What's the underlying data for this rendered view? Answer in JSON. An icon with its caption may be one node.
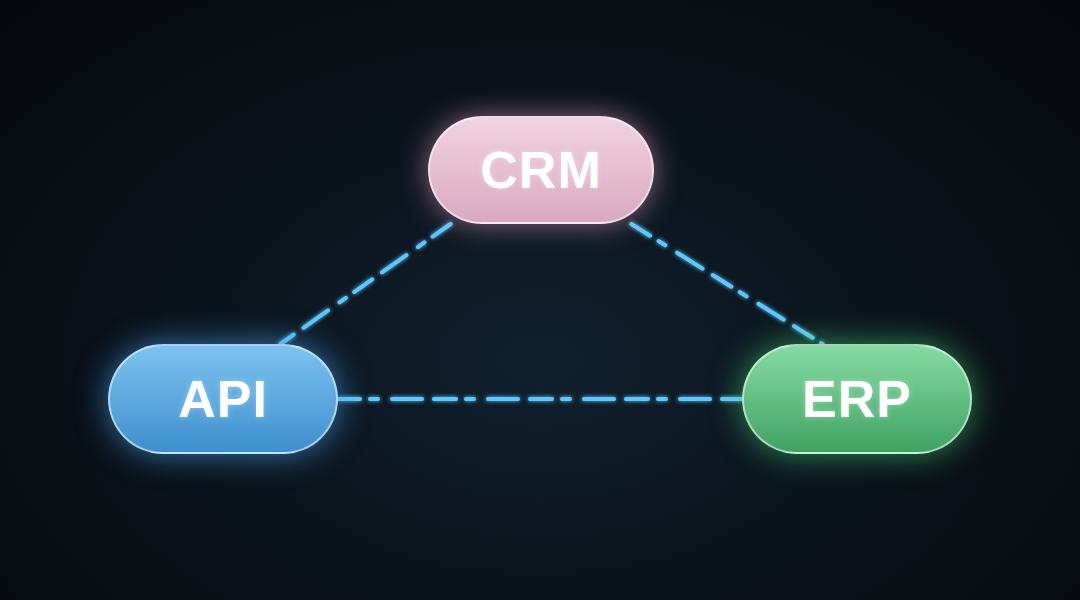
{
  "diagram": {
    "nodes": [
      {
        "text": [
          "CRM"
        ]
      },
      {
        "text": [
          "API"
        ]
      },
      {
        "text": [
          "ERP"
        ]
      }
    ],
    "edges": [
      {
        "from": 0,
        "to": 1,
        "arrow": "none"
      },
      {
        "from": 0,
        "to": 2,
        "arrow": "none"
      },
      {
        "from": 1,
        "to": 2,
        "arrow": "none"
      }
    ]
  }
}
